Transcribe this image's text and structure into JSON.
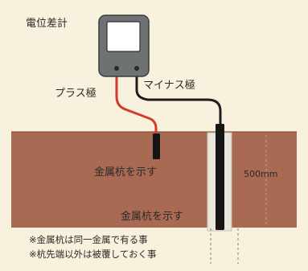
{
  "labels": {
    "meter": "電位差計",
    "plus": "プラス極",
    "minus": "マイナス極",
    "stake_top": "金属杭を示す",
    "stake_bottom": "金属杭を示す",
    "depth": "500mm"
  },
  "notes": [
    "※金属杭は同一金属で有る事",
    "※杭先端以外は被覆しておく事"
  ],
  "colors": {
    "background": "#f8f1dd",
    "soil": "#a86a52",
    "meter_body": "#6f7272",
    "wire_plus": "#d43b2a",
    "wire_minus": "#1e1e1e"
  }
}
